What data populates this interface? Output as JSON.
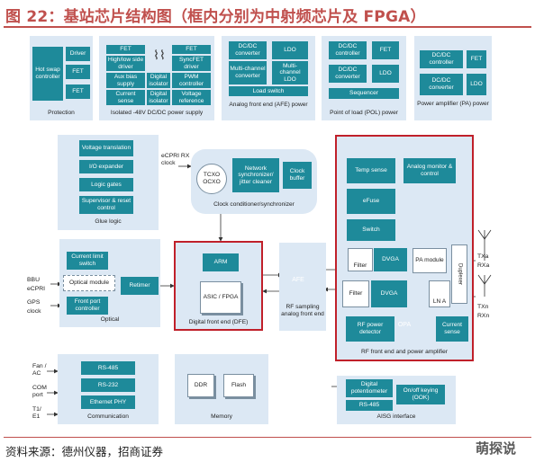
{
  "header": {
    "title": "图 22：基站芯片结构图（框内分别为中射频芯片及 FPGA）"
  },
  "footer": {
    "source": "资料来源：德州仪器，招商证券",
    "watermark": "萌探说"
  },
  "colors": {
    "accent_red": "#c0504d",
    "box_teal": "#1e8a9a",
    "panel_blue": "#dce8f4",
    "highlight_red": "#c0202a"
  },
  "protection": {
    "hotswap": "Hot swap controller",
    "driver": "Driver",
    "fet1": "FET",
    "fet2": "FET",
    "label": "Protection"
  },
  "isolated": {
    "fet_a": "FET",
    "fet_b": "FET",
    "hs_driver": "High/low side driver",
    "syncfet": "SyncFET driver",
    "aux_bias": "Aux bias supply",
    "digital_iso": "Digital isolator",
    "pwm": "PWM controller",
    "current_sense": "Current sense",
    "digital_iso2": "Digital isolator",
    "vref": "Voltage reference",
    "label": "Isolated -48V DC/DC power supply"
  },
  "afe_power": {
    "dcdc": "DC/DC converter",
    "ldo": "LDO",
    "multi1": "Multi-channel converter",
    "multi2": "Multi-channel LDO",
    "loadswitch": "Load switch",
    "label": "Analog front end (AFE) power"
  },
  "pol": {
    "dcdc1": "DC/DC controller",
    "fet": "FET",
    "dcdc2": "DC/DC converter",
    "ldo": "LDO",
    "sequencer": "Sequencer",
    "label": "Point of load (POL) power"
  },
  "pa_power": {
    "dcdc1": "DC/DC controller",
    "fet": "FET",
    "dcdc2": "DC/DC converter",
    "ldo": "LDO",
    "label": "Power amplifier (PA) power"
  },
  "glue": {
    "vt": "Voltage translation",
    "io": "I/O expander",
    "lg": "Logic gates",
    "sup": "Supervisor & reset control",
    "label": "Glue logic"
  },
  "clock": {
    "ext": "eCPRI RX clock",
    "tcxo": "TCXO OCXO",
    "net": "Network synchronizer/ jitter cleaner",
    "buf": "Clock buffer",
    "label": "Clock conditioner/synchronizer"
  },
  "optical": {
    "cls": "Current limit switch",
    "om": "Optical module",
    "fp": "Front port controller",
    "label": "Optical",
    "bbu": "BBU",
    "ecpri": "eCPRI",
    "gps": "GPS",
    "gclock": "clock"
  },
  "retimer": {
    "label": "Retimer"
  },
  "dfe": {
    "arm": "ARM",
    "asic": "ASIC / FPGA",
    "label": "Digital front end (DFE)"
  },
  "afe": {
    "label": "AFE",
    "caption": "RF sampling analog front end"
  },
  "rffe": {
    "temp": "Temp sense",
    "amc": "Analog monitor & control",
    "efuse": "eFuse",
    "switch": "Switch",
    "filter1": "Filter",
    "dvga1": "DVGA",
    "pa": "PA module",
    "filter2": "Filter",
    "dvga2": "DVGA",
    "lna": "LN A",
    "duplexer": "Duplexer",
    "rfpd": "RF power detector",
    "opa": "OPA",
    "cs": "Current sense",
    "label": "RF front end and power amplifier",
    "txa": "TXa",
    "rxa": "RXa",
    "txn": "TXn",
    "rxn": "RXn"
  },
  "comm": {
    "rs485": "RS-485",
    "rs232": "RS-232",
    "eth": "Ethernet PHY",
    "label": "Communication",
    "fan": "Fan / AC",
    "com": "COM port",
    "t1": "T1/ E1"
  },
  "memory": {
    "ddr": "DDR",
    "flash": "Flash",
    "label": "Memory"
  },
  "aisg": {
    "dp": "Digital potentiometer",
    "ook": "On/off keying (OOK)",
    "rs485": "RS-485",
    "label": "AISG interface"
  }
}
